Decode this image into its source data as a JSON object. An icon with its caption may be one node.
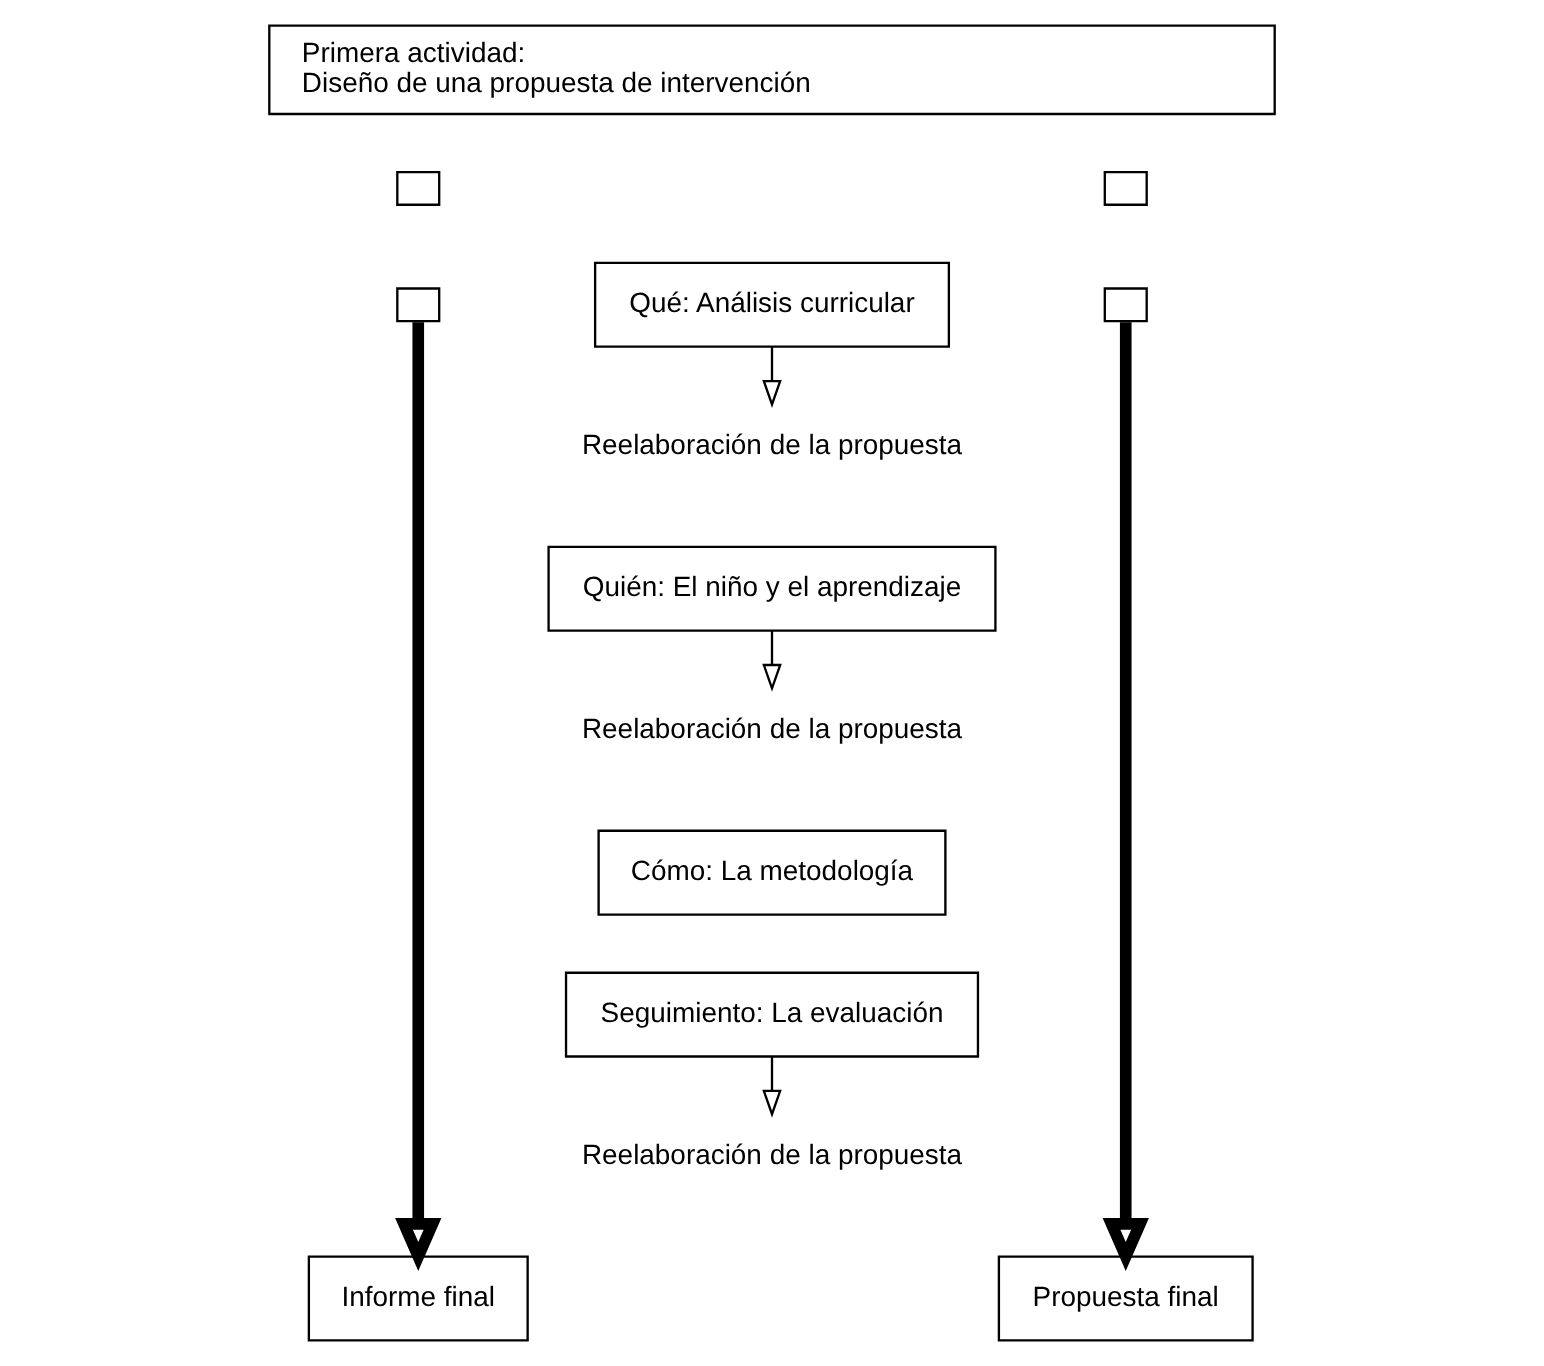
{
  "diagram": {
    "nodes": [
      {
        "text": [
          "Primera actividad:",
          "Diseño de una propuesta de intervención"
        ]
      },
      {
        "text": [],
        "shape": "box"
      },
      {
        "text": [],
        "shape": "box"
      },
      {
        "text": [],
        "shape": "box"
      },
      {
        "text": [
          "Qué: Análisis curricular"
        ]
      },
      {
        "text": [],
        "shape": "box"
      },
      {
        "text": [
          "Reelaboración de la propuesta"
        ]
      },
      {
        "text": [
          "Quién: El niño y el aprendizaje"
        ]
      },
      {
        "text": [
          "Reelaboración de la propuesta"
        ]
      },
      {
        "text": [
          "Cómo: La metodología"
        ]
      },
      {
        "text": [
          "Seguimiento: La evaluación"
        ]
      },
      {
        "text": [
          "Reelaboración de la propuesta"
        ]
      },
      {
        "text": [
          "Informe final"
        ]
      },
      {
        "text": [
          "Propuesta final"
        ]
      }
    ],
    "edges": [
      {
        "from": 3,
        "to": 12,
        "arrow": "to",
        "style": "thick"
      },
      {
        "from": 5,
        "to": 13,
        "arrow": "to",
        "style": "thick"
      },
      {
        "from": 4,
        "to": 6,
        "arrow": "to"
      },
      {
        "from": 7,
        "to": 8,
        "arrow": "to"
      },
      {
        "from": 10,
        "to": 11,
        "arrow": "to"
      }
    ]
  }
}
